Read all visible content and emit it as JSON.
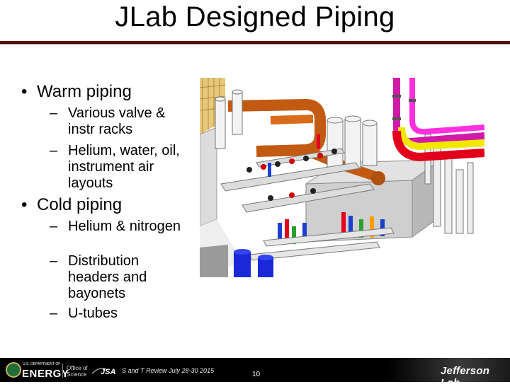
{
  "slide": {
    "title": "JLab Designed Piping",
    "page_number": "10"
  },
  "content": {
    "bullets": [
      {
        "text": "Warm piping",
        "subitems": [
          "Various valve & instr racks",
          "Helium, water, oil, instrument air layouts"
        ]
      },
      {
        "text": "Cold piping",
        "subitems": [
          "Helium & nitrogen",
          "Distribution headers and bayonets",
          "U-tubes"
        ]
      }
    ]
  },
  "footer": {
    "doe_small": "U.S. DEPARTMENT OF",
    "doe_label": "ENERGY",
    "office_label_1": "Office of",
    "office_label_2": "Science",
    "jsa_label": "JSA",
    "review_text": "S and T Review July 28-30 2015",
    "lab_name": "Jefferson Lab"
  },
  "colors": {
    "accent_rule": "#7a1012",
    "footer_bg": "#000000"
  }
}
